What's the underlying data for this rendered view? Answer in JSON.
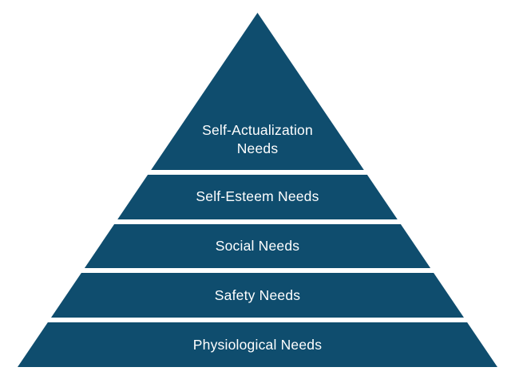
{
  "pyramid": {
    "fill_color": "#0F4D6E",
    "text_color": "#FFFFFF",
    "background_color": "#FFFFFF",
    "levels": [
      {
        "name": "self-actualization",
        "label": "Self-Actualization Needs",
        "line1": "Self-Actualization",
        "line2": "Needs"
      },
      {
        "name": "self-esteem",
        "label": "Self-Esteem Needs"
      },
      {
        "name": "social",
        "label": "Social Needs"
      },
      {
        "name": "safety",
        "label": "Safety Needs"
      },
      {
        "name": "physiological",
        "label": "Physiological Needs"
      }
    ]
  }
}
